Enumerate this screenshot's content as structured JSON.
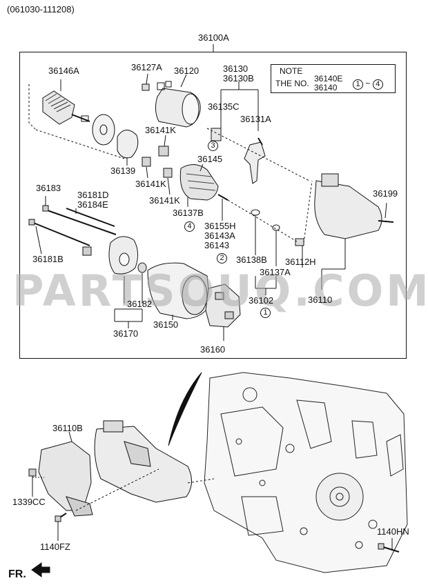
{
  "header": {
    "date_range": "(061030-111208)"
  },
  "assembly_label": "36100A",
  "note": {
    "title": "NOTE",
    "line": "THE NO.",
    "refs": "36140E\n36140",
    "range_start": "1",
    "range_sep": "~",
    "range_end": "4"
  },
  "watermark": "PARTSOUQ.COM",
  "direction_label": "FR.",
  "parts": {
    "p36146A": "36146A",
    "p36127A": "36127A",
    "p36120": "36120",
    "p36130": "36130",
    "p36130B": "36130B",
    "p36135C": "36135C",
    "p36131A": "36131A",
    "p36141K_a": "36141K",
    "p36141K_b": "36141K",
    "p36141K_c": "36141K",
    "p36145": "36145",
    "p36139": "36139",
    "p36183": "36183",
    "p36181D": "36181D",
    "p36184E": "36184E",
    "p36137B": "36137B",
    "p36155H": "36155H",
    "p36143A": "36143A",
    "p36143": "36143",
    "p36199": "36199",
    "p36181B": "36181B",
    "p36138B": "36138B",
    "p36112H": "36112H",
    "p36137A": "36137A",
    "p36102": "36102",
    "p36110": "36110",
    "p36182": "36182",
    "p36150": "36150",
    "p36170": "36170",
    "p36160": "36160",
    "p36110B": "36110B",
    "p1339CC": "1339CC",
    "p1140FZ": "1140FZ",
    "p1140HN": "1140HN"
  },
  "circled_refs": {
    "c3": "3",
    "c4": "4",
    "c2": "2",
    "c1": "1"
  }
}
